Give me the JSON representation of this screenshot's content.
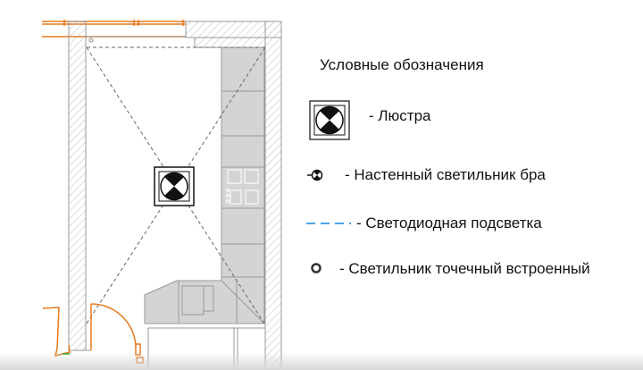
{
  "legend": {
    "title": "Условные обозначения",
    "items": [
      {
        "icon": "chandelier-icon",
        "label": "- Люстра"
      },
      {
        "icon": "wall-lamp-icon",
        "label": "-  Настенный светильник бра"
      },
      {
        "icon": "led-strip-icon",
        "label": "-  Светодиодная подсветка"
      },
      {
        "icon": "spotlight-icon",
        "label": "-  Светильник точечный встроенный"
      }
    ]
  },
  "colors": {
    "wall": "#9a9a9a",
    "window": "#e87a1e",
    "cabinet": "#d4d4d4",
    "led": "#4aa3e8"
  }
}
